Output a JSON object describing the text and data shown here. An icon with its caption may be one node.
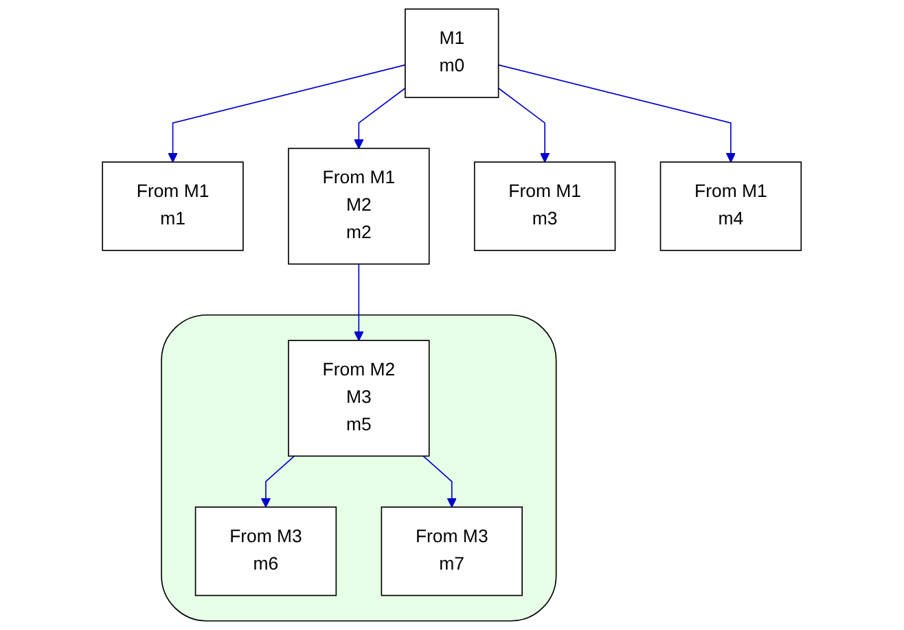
{
  "diagram": {
    "nodes": [
      {
        "text": [
          "M1",
          "m0"
        ]
      },
      {
        "text": [
          "From M1",
          "m1"
        ]
      },
      {
        "text": [
          "From M1",
          "M2",
          "m2"
        ]
      },
      {
        "text": [
          "From M1",
          "m3"
        ]
      },
      {
        "text": [
          "From M1",
          "m4"
        ]
      },
      {
        "text": [],
        "shape": "blob"
      },
      {
        "text": [
          "From M2",
          "M3",
          "m5"
        ],
        "in": 5
      },
      {
        "text": [
          "From M3",
          "m6"
        ],
        "in": 5
      },
      {
        "text": [
          "From M3",
          "m7"
        ],
        "in": 5
      }
    ],
    "edges": [
      {
        "from": 0,
        "to": 1,
        "arrow": "to"
      },
      {
        "from": 0,
        "to": 2,
        "arrow": "to"
      },
      {
        "from": 0,
        "to": 3,
        "arrow": "to"
      },
      {
        "from": 0,
        "to": 4,
        "arrow": "to"
      },
      {
        "from": 2,
        "to": 6,
        "arrow": "to"
      },
      {
        "from": 6,
        "to": 7,
        "arrow": "to"
      },
      {
        "from": 6,
        "to": 8,
        "arrow": "to"
      }
    ]
  }
}
